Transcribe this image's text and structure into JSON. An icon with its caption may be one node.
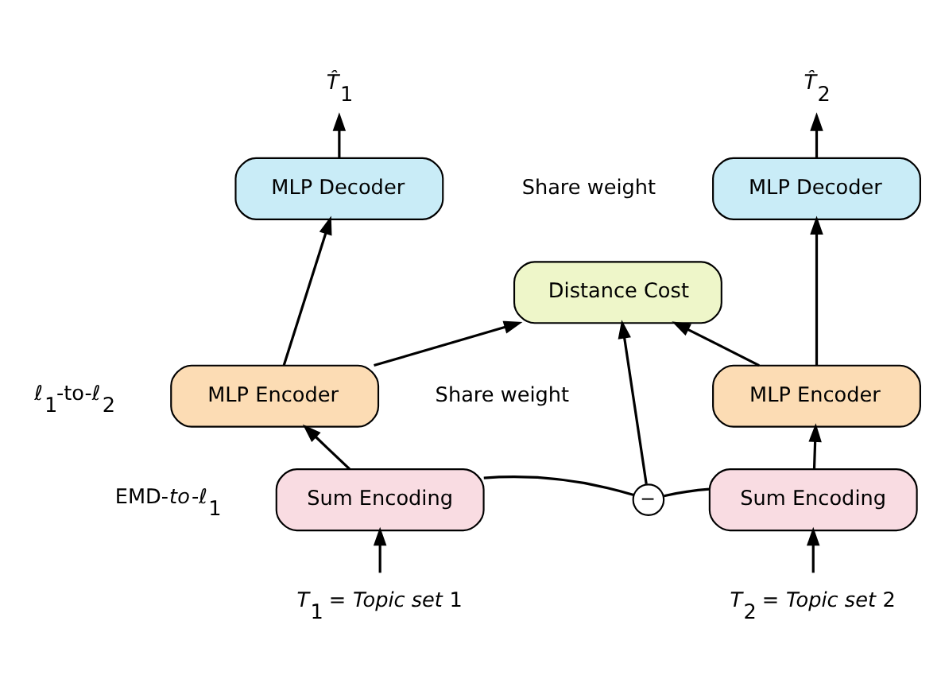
{
  "diagram": {
    "nodes": [
      {
        "text": [
          "*T̂*$_{1}$"
        ]
      },
      {
        "text": [
          "*T̂*$_{2}$"
        ]
      },
      {
        "text": [
          "MLP Decoder"
        ]
      },
      {
        "text": [
          "MLP Decoder"
        ]
      },
      {
        "text": [
          "Distance Cost"
        ]
      },
      {
        "text": [
          "MLP Encoder"
        ]
      },
      {
        "text": [
          "MLP Encoder"
        ]
      },
      {
        "text": [
          "Sum Encoding"
        ]
      },
      {
        "text": [
          "Sum Encoding"
        ]
      },
      {
        "text": [
          "−"
        ]
      },
      {
        "text": [
          "*T*$_{1}$ = *Topic set* 1"
        ]
      },
      {
        "text": [
          "*T*$_{2}$ = *Topic set* 2"
        ]
      }
    ],
    "edges": [
      {
        "from": 10,
        "to": 7,
        "arrow": "to"
      },
      {
        "from": 7,
        "to": 5,
        "arrow": "to"
      },
      {
        "from": 5,
        "to": 2,
        "arrow": "to"
      },
      {
        "from": 2,
        "to": 0,
        "arrow": "to"
      },
      {
        "from": 5,
        "to": 4,
        "arrow": "to"
      },
      {
        "from": 11,
        "to": 8,
        "arrow": "to"
      },
      {
        "from": 8,
        "to": 6,
        "arrow": "to"
      },
      {
        "from": 6,
        "to": 3,
        "arrow": "to"
      },
      {
        "from": 3,
        "to": 1,
        "arrow": "to"
      },
      {
        "from": 6,
        "to": 4,
        "arrow": "to"
      },
      {
        "from": 7,
        "to": 9,
        "arrow": "none"
      },
      {
        "from": 9,
        "to": 8,
        "arrow": "none"
      },
      {
        "from": 9,
        "to": 4,
        "arrow": "to"
      }
    ],
    "labels": [
      "Share weight",
      "Share weight",
      "ℓ$_{1}$-to-ℓ$_{2}$",
      "EMD-*to*-ℓ$_{1}$"
    ]
  }
}
